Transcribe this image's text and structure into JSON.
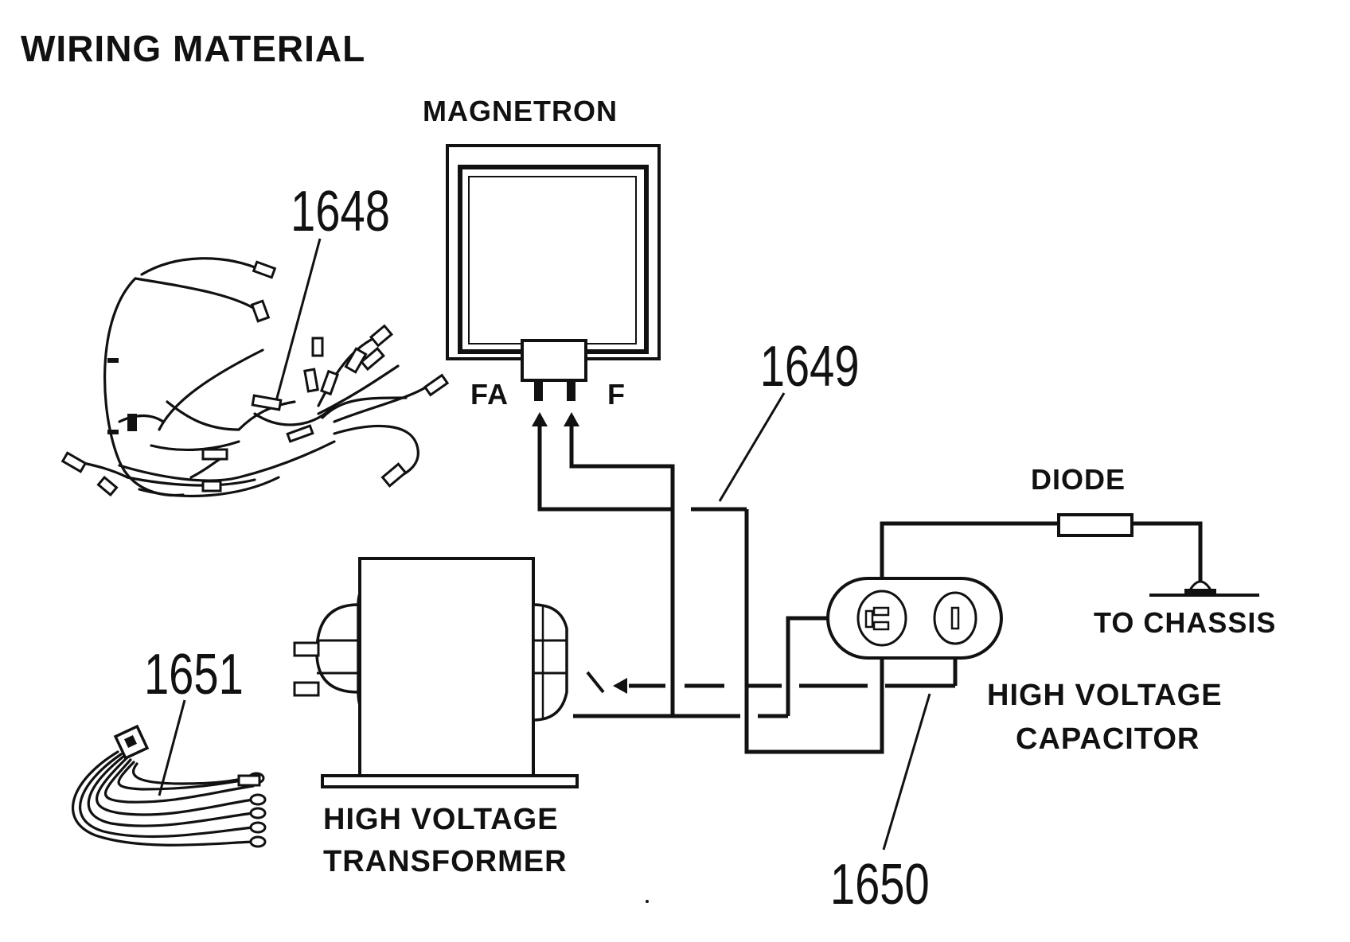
{
  "title": "WIRING MATERIAL",
  "labels": {
    "magnetron": "MAGNETRON",
    "terminal_fa": "FA",
    "terminal_f": "F",
    "diode": "DIODE",
    "to_chassis": "TO CHASSIS",
    "hv_capacitor_line1": "HIGH VOLTAGE",
    "hv_capacitor_line2": "CAPACITOR",
    "hv_transformer_line1": "HIGH VOLTAGE",
    "hv_transformer_line2": "TRANSFORMER"
  },
  "part_numbers": {
    "main_harness": "1648",
    "hv_wire": "1649",
    "hv_capacitor_lead": "1650",
    "transformer_harness": "1651"
  },
  "colors": {
    "ink": "#111111",
    "paper": "#ffffff"
  }
}
